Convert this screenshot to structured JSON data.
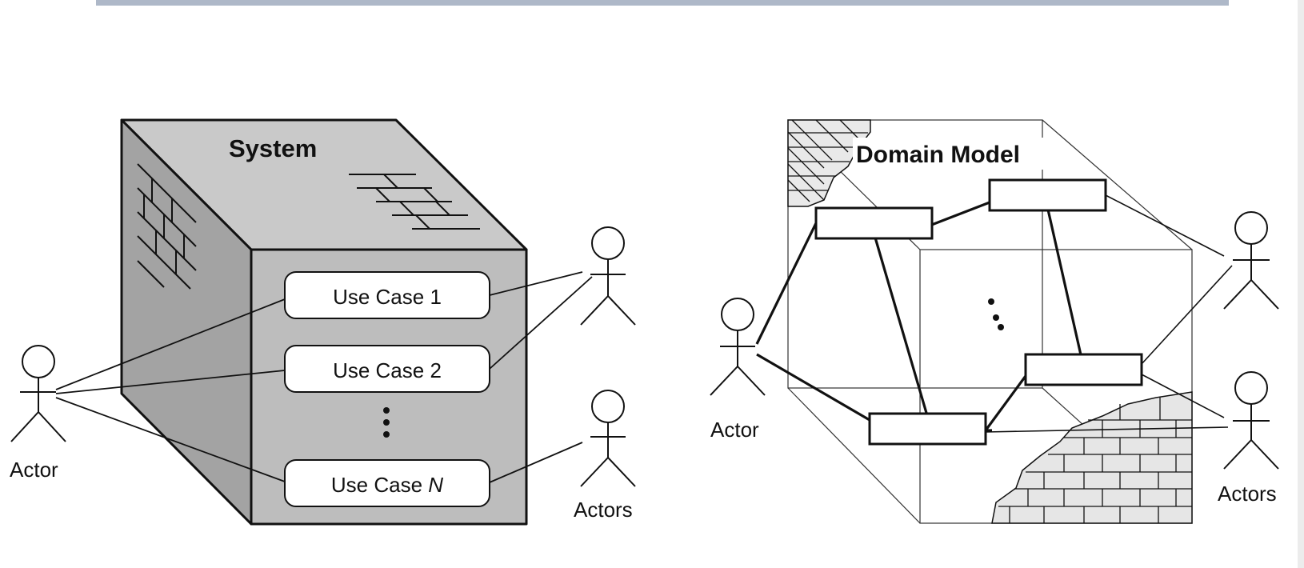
{
  "left_diagram": {
    "system_label": "System",
    "use_cases": [
      {
        "prefix": "Use Case ",
        "suffix": "1",
        "suffix_italic": false
      },
      {
        "prefix": "Use Case ",
        "suffix": "2",
        "suffix_italic": false
      },
      {
        "prefix": "Use Case ",
        "suffix": "N",
        "suffix_italic": true
      }
    ],
    "actor_label": "Actor",
    "actors_label": "Actors"
  },
  "right_diagram": {
    "domain_model_label": "Domain Model",
    "actor_label": "Actor",
    "actors_label": "Actors"
  },
  "colors": {
    "system_front": "#bdbdbd",
    "system_side": "#9d9d9d",
    "system_top": "#c9c9c9",
    "brick_fill": "#e8e8e8",
    "banner": "#aeb8c8"
  }
}
